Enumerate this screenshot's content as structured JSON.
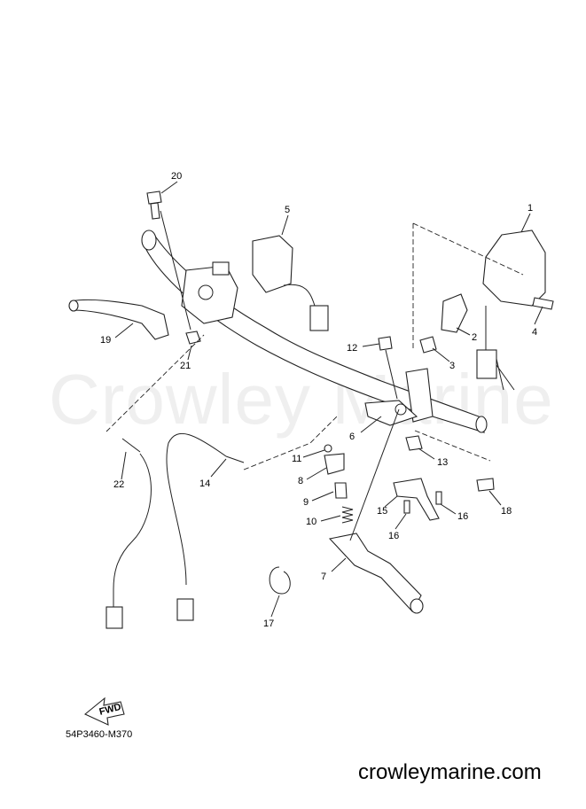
{
  "watermark": "Crowley Marine",
  "diagram_code": "54P3460-M370",
  "website": "crowleymarine.com",
  "fwd_label": "FWD",
  "callouts": [
    "1",
    "2",
    "3",
    "4",
    "5",
    "6",
    "7",
    "8",
    "9",
    "10",
    "11",
    "12",
    "13",
    "14",
    "15",
    "16",
    "16",
    "17",
    "18",
    "19",
    "20",
    "21",
    "22"
  ]
}
